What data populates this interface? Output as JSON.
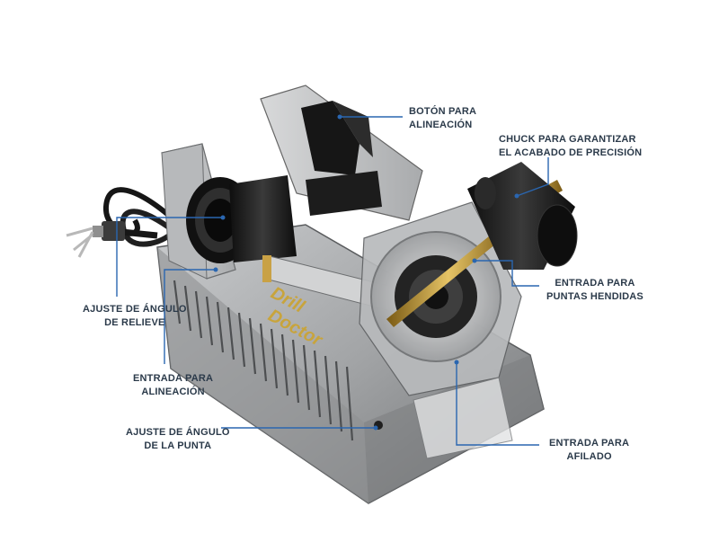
{
  "brand": {
    "logo_line1": "Drill",
    "logo_line2": "Doctor"
  },
  "callouts": {
    "boton": [
      "BOTÓN PARA",
      "ALINEACIÓN"
    ],
    "chuck": [
      "CHUCK PARA GARANTIZAR",
      "EL ACABADO DE PRECISIÓN"
    ],
    "puntas_hendidas": [
      "ENTRADA PARA",
      "PUNTAS HENDIDAS"
    ],
    "relieve": [
      "AJUSTE DE ÁNGULO",
      "DE RELIEVE"
    ],
    "alineacion": [
      "ENTRADA PARA",
      "ALINEACIÓN"
    ],
    "punta": [
      "AJUSTE DE ÁNGULO",
      "DE LA PUNTA"
    ],
    "afilado": [
      "ENTRADA PARA",
      "AFILADO"
    ]
  },
  "colors": {
    "leader_line": "#2a66b0",
    "body_gray": "#9a9c9e",
    "dark_gray": "#5e6062",
    "black_part": "#1c1c1c",
    "gold": "#b8922e"
  }
}
